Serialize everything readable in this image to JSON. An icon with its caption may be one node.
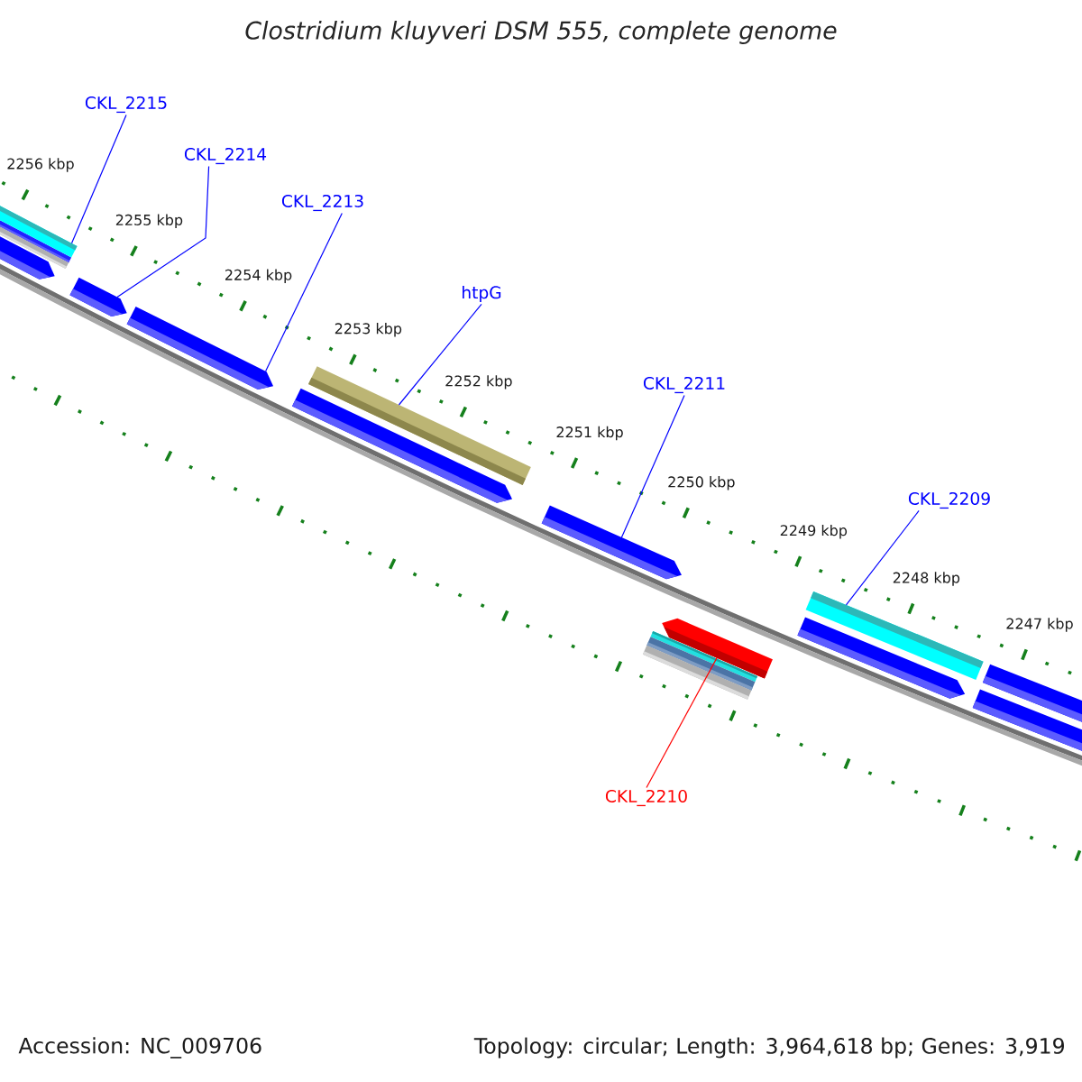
{
  "diagram": {
    "title": "Clostridium kluyveri DSM 555, complete genome",
    "nodes": [
      {
        "text": [
          "CKL_2215"
        ]
      },
      {
        "text": [
          "CKL_2214"
        ]
      },
      {
        "text": [
          "CKL_2213"
        ]
      },
      {
        "text": [
          "htpG"
        ]
      },
      {
        "text": [
          "CKL_2211"
        ]
      },
      {
        "text": [
          "CKL_2209"
        ]
      },
      {
        "text": [
          "CKL_2210"
        ]
      },
      {
        "text": [],
        "shape": "bar"
      },
      {
        "text": [],
        "shape": "arrow"
      },
      {
        "text": [],
        "shape": "arrow"
      },
      {
        "text": [],
        "shape": "bar"
      },
      {
        "text": [],
        "shape": "arrow"
      },
      {
        "text": [],
        "shape": "bar"
      },
      {
        "text": [],
        "shape": "arrow"
      }
    ],
    "edges": [
      {
        "from": 0,
        "to": 7,
        "arrow": "none"
      },
      {
        "from": 1,
        "to": 8,
        "arrow": "none"
      },
      {
        "from": 2,
        "to": 9,
        "arrow": "none"
      },
      {
        "from": 3,
        "to": 10,
        "arrow": "none"
      },
      {
        "from": 4,
        "to": 11,
        "arrow": "none"
      },
      {
        "from": 5,
        "to": 12,
        "arrow": "none"
      },
      {
        "from": 6,
        "to": 13,
        "arrow": "none",
        "color": "#ff0000"
      }
    ],
    "labels": [
      "2256 kbp",
      "2255 kbp",
      "2254 kbp",
      "2253 kbp",
      "2252 kbp",
      "2251 kbp",
      "2250 kbp",
      "2249 kbp",
      "2248 kbp",
      "2247 kbp",
      "Accession: NC_009706",
      "Topology: circular; Length: 3,964,618 bp; Genes: 3,919"
    ]
  }
}
